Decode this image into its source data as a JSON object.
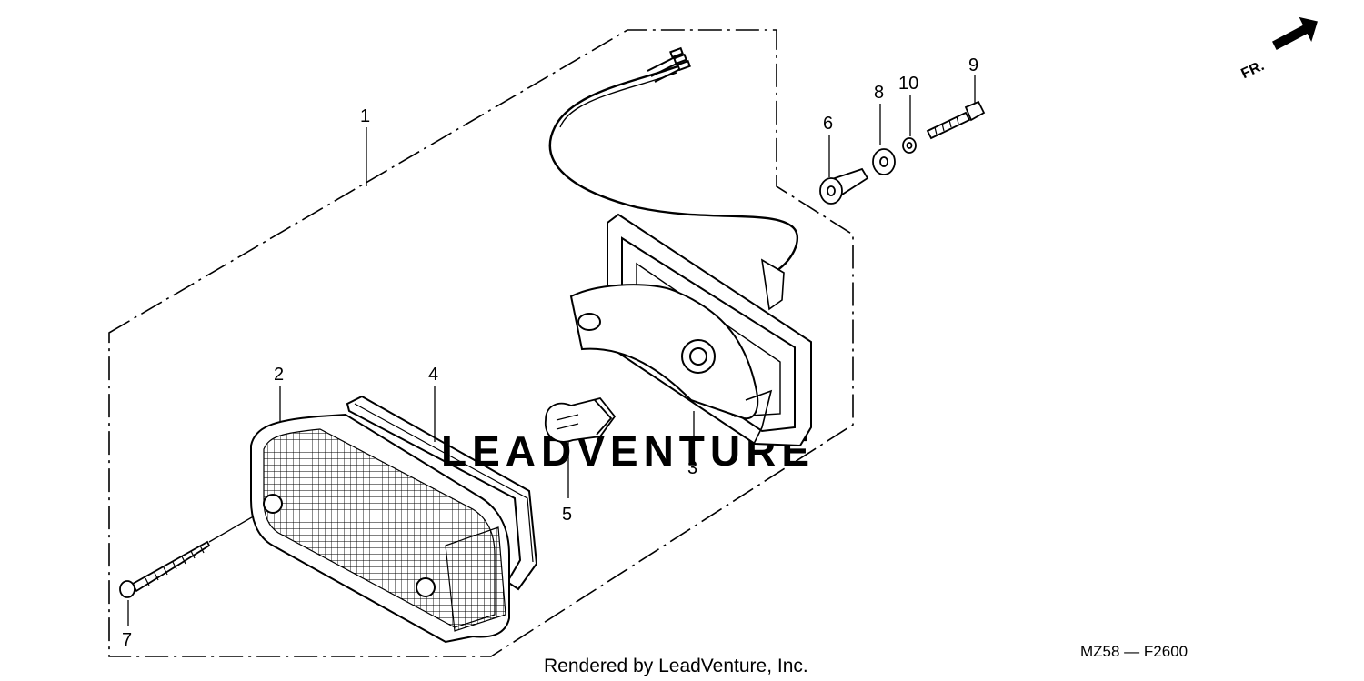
{
  "diagram": {
    "watermark": "LEADVENTURE",
    "part_code": "MZ58 — F2600",
    "footer": "Rendered by LeadVenture, Inc.",
    "direction_label": "FR.",
    "callouts": [
      {
        "number": "1",
        "part": "rear-combination-light-assembly"
      },
      {
        "number": "2",
        "part": "lens"
      },
      {
        "number": "3",
        "part": "housing-base"
      },
      {
        "number": "4",
        "part": "lens-gasket"
      },
      {
        "number": "5",
        "part": "bulb"
      },
      {
        "number": "6",
        "part": "collar"
      },
      {
        "number": "7",
        "part": "tapping-screw"
      },
      {
        "number": "8",
        "part": "rubber-washer"
      },
      {
        "number": "9",
        "part": "bolt"
      },
      {
        "number": "10",
        "part": "nut"
      }
    ],
    "colors": {
      "line": "#000000",
      "watermark": "#d9d9d9",
      "background": "#ffffff"
    }
  }
}
